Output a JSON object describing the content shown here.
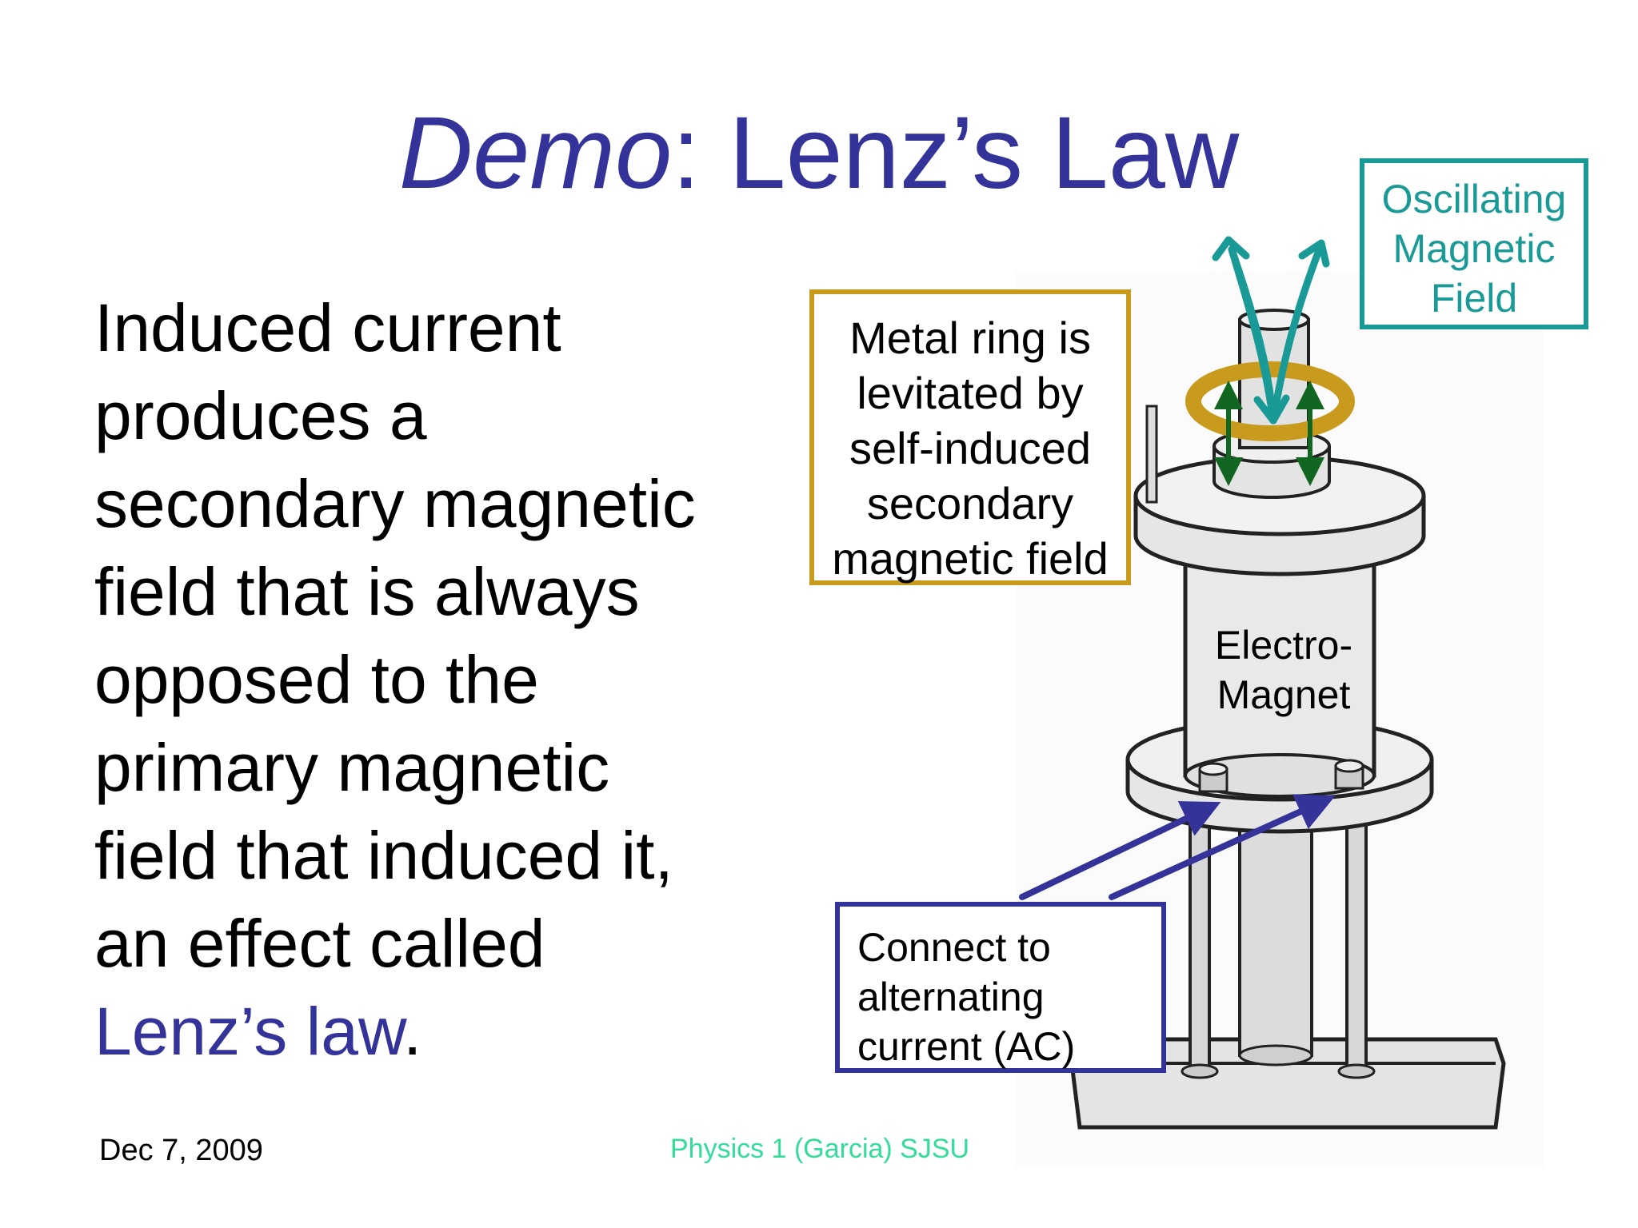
{
  "slide": {
    "title_italic": "Demo",
    "title_rest": ": Lenz’s Law",
    "body_lines": [
      "Induced current",
      "produces a",
      "secondary magnetic",
      "field that is always",
      "opposed to the",
      "primary magnetic",
      "field that induced it,",
      "an effect called"
    ],
    "body_law": "Lenz’s law",
    "body_period": "."
  },
  "callouts": {
    "ring": [
      "Metal ring is",
      "levitated by",
      "self-induced",
      "secondary",
      "magnetic field"
    ],
    "oscillating": [
      "Oscillating",
      "Magnetic",
      "Field"
    ],
    "ac": [
      "Connect to",
      "alternating",
      "current (AC)"
    ],
    "electromagnet": [
      "Electro-",
      "Magnet"
    ]
  },
  "footer": {
    "date": "Dec 7, 2009",
    "course": "Physics 1 (Garcia) SJSU"
  },
  "colors": {
    "title": "#333399",
    "ring_box": "#c89b1e",
    "oscillating": "#1a9a96",
    "ac_box": "#333399",
    "footer_course": "#33dd99",
    "small_arrows": "#116622"
  }
}
